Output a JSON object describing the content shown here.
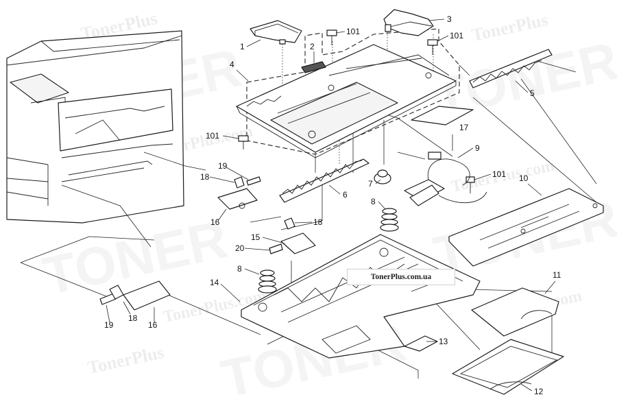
{
  "watermark": {
    "brand": "TonerPlus",
    "domain": "TonerPlus.com",
    "big": "TONER"
  },
  "site_banner": "TonerPlus.com.ua",
  "callouts": {
    "c1": "1",
    "c2": "2",
    "c3": "3",
    "c4": "4",
    "c5": "5",
    "c6": "6",
    "c7": "7",
    "c8a": "8",
    "c8b": "8",
    "c9": "9",
    "c10": "10",
    "c11": "11",
    "c12": "12",
    "c13": "13",
    "c14": "14",
    "c15": "15",
    "c16a": "16",
    "c16b": "16",
    "c17": "17",
    "c18a": "18",
    "c18b": "18",
    "c18c": "18",
    "c19a": "19",
    "c19b": "19",
    "c20": "20",
    "c101a": "101",
    "c101b": "101",
    "c101c": "101",
    "c101d": "101"
  }
}
